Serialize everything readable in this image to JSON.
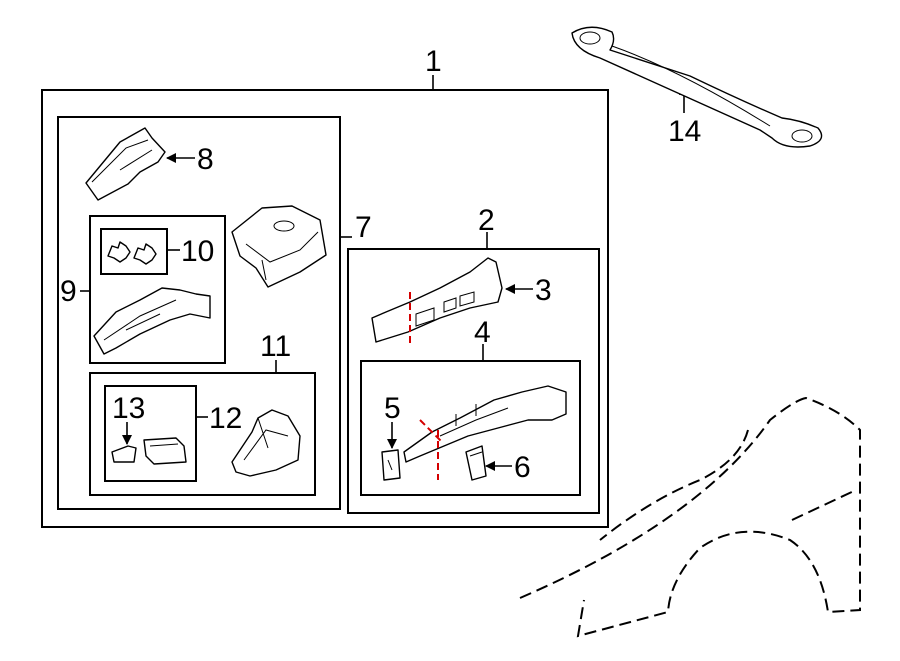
{
  "callouts": {
    "c1": "1",
    "c2": "2",
    "c3": "3",
    "c4": "4",
    "c5": "5",
    "c6": "6",
    "c7": "7",
    "c8": "8",
    "c9": "9",
    "c10": "10",
    "c11": "11",
    "c12": "12",
    "c13": "13",
    "c14": "14"
  },
  "colors": {
    "line": "#000000",
    "background": "#ffffff",
    "cut_line": "#d40000"
  }
}
